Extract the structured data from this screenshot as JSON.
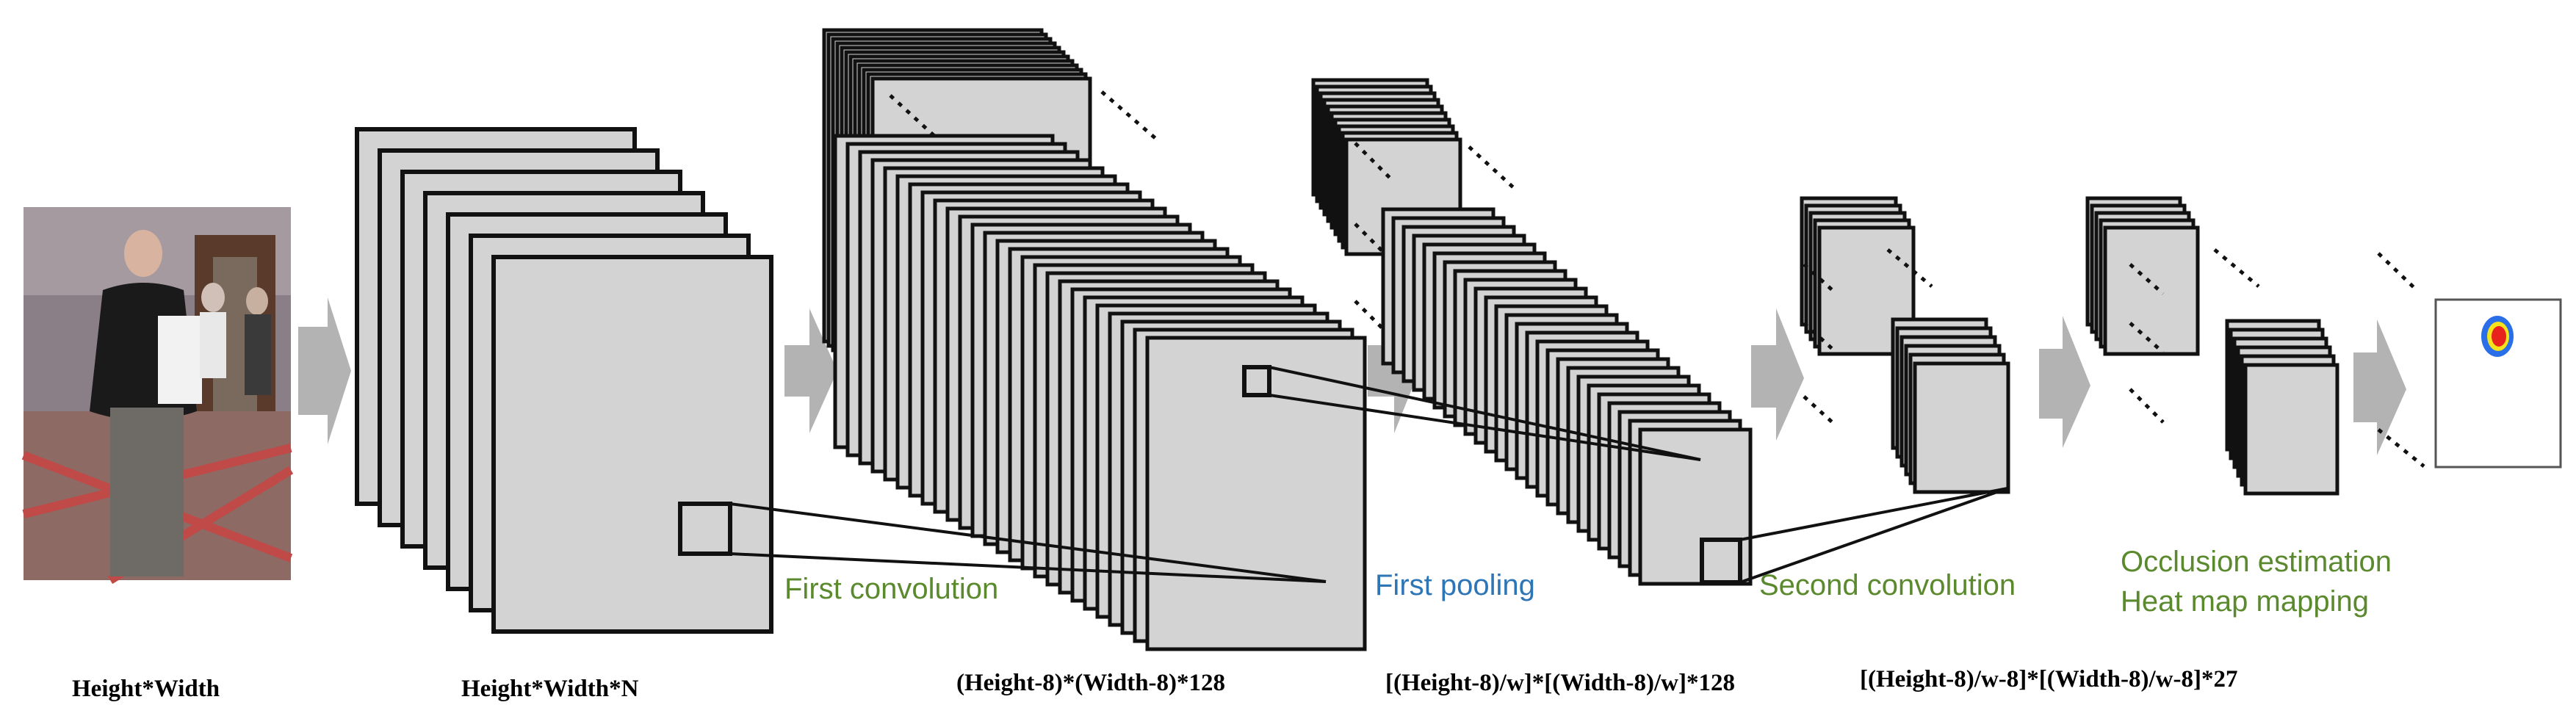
{
  "stages": {
    "input": "Height*Width",
    "stage1": "Height*Width*N",
    "stage2": "(Height-8)*(Width-8)*128",
    "stage3": "[(Height-8)/w]*[(Width-8)/w]*128",
    "stage4": "[(Height-8)/w-8]*[(Width-8)/w-8]*27"
  },
  "operations": {
    "first_convolution": "First convolution",
    "first_pooling": "First pooling",
    "second_convolution": "Second convolution",
    "occlusion_estimation": "Occlusion estimation",
    "heat_map_mapping": "Heat map mapping"
  },
  "colors": {
    "map_fill": "#d3d3d3",
    "map_stroke": "#111111",
    "arrow": "#b3b3b3",
    "green_label": "#5b8a2e",
    "blue_label": "#2e75b6"
  }
}
